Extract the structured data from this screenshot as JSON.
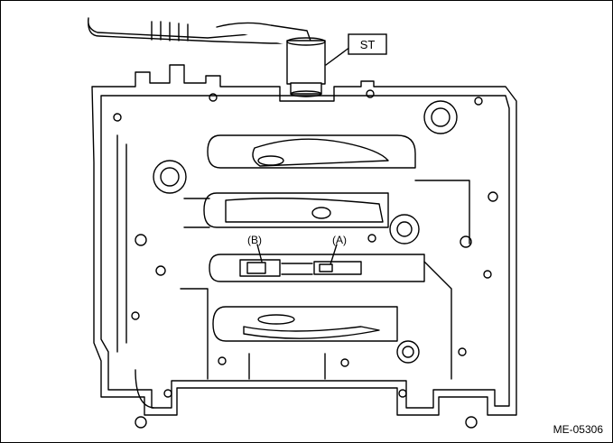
{
  "labels": {
    "special_tool": "ST",
    "callout_a": "(A)",
    "callout_b": "(B)",
    "figure_id": "ME-05306"
  },
  "colors": {
    "line": "#000000",
    "background": "#ffffff"
  },
  "icons": [
    "ratchet-wrench-icon"
  ]
}
